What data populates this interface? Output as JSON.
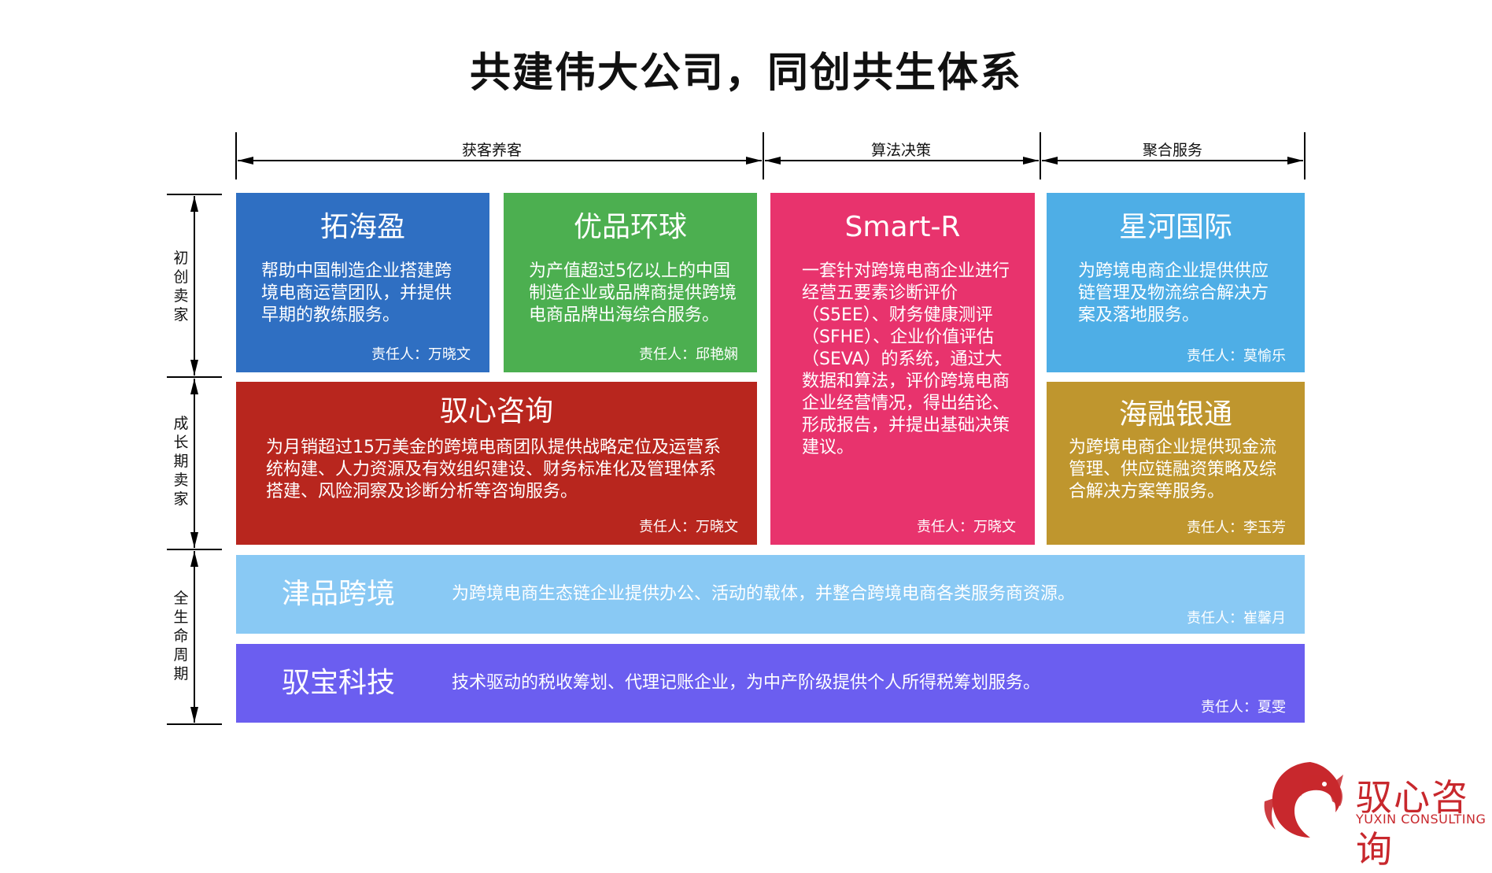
{
  "title": "共建伟大公司，同创共生体系",
  "columns": [
    {
      "label": "获客养客"
    },
    {
      "label": "算法决策"
    },
    {
      "label": "聚合服务"
    }
  ],
  "rows": [
    {
      "label": "初创卖家"
    },
    {
      "label": "成长期卖家"
    },
    {
      "label": "全生命周期"
    }
  ],
  "cards": {
    "tuohaiying": {
      "name": "拓海盈",
      "desc": "帮助中国制造企业搭建跨境电商运营团队，并提供早期的教练服务。",
      "owner": "责任人：万晓文",
      "color": "#2f6fc2"
    },
    "youpin": {
      "name": "优品环球",
      "desc": "为产值超过5亿以上的中国制造企业或品牌商提供跨境电商品牌出海综合服务。",
      "owner": "责任人：邱艳娴",
      "color": "#4caf50"
    },
    "smartr": {
      "name": "Smart-R",
      "desc": "一套针对跨境电商企业进行经营五要素诊断评价（S5EE）、财务健康测评（SFHE）、企业价值评估（SEVA）的系统，通过大数据和算法，评价跨境电商企业经营情况，得出结论、形成报告，并提出基础决策建议。",
      "owner": "责任人：万晓文",
      "color": "#e8336d"
    },
    "xinghe": {
      "name": "星河国际",
      "desc": "为跨境电商企业提供供应链管理及物流综合解决方案及落地服务。",
      "owner": "责任人：莫愉乐",
      "color": "#4eaee6"
    },
    "yuxin": {
      "name": "驭心咨询",
      "desc": "为月销超过15万美金的跨境电商团队提供战略定位及运营系统构建、人力资源及有效组织建设、财务标准化及管理体系搭建、风险洞察及诊断分析等咨询服务。",
      "owner": "责任人：万晓文",
      "color": "#b8261e"
    },
    "hairong": {
      "name": "海融银通",
      "desc": "为跨境电商企业提供现金流管理、供应链融资策略及综合解决方案等服务。",
      "owner": "责任人：李玉芳",
      "color": "#bf962e"
    }
  },
  "bands": {
    "jinpin": {
      "name": "津品跨境",
      "desc": "为跨境电商生态链企业提供办公、活动的载体，并整合跨境电商各类服务商资源。",
      "owner": "责任人：崔馨月",
      "color": "#89c9f4"
    },
    "yubao": {
      "name": "驭宝科技",
      "desc": "技术驱动的税收筹划、代理记账企业，为中产阶级提供个人所得税筹划服务。",
      "owner": "责任人：夏雯",
      "color": "#6b5ef0"
    }
  },
  "logo": {
    "cn": "驭心咨询",
    "en": "YUXIN CONSULTING",
    "color": "#c8282d"
  }
}
